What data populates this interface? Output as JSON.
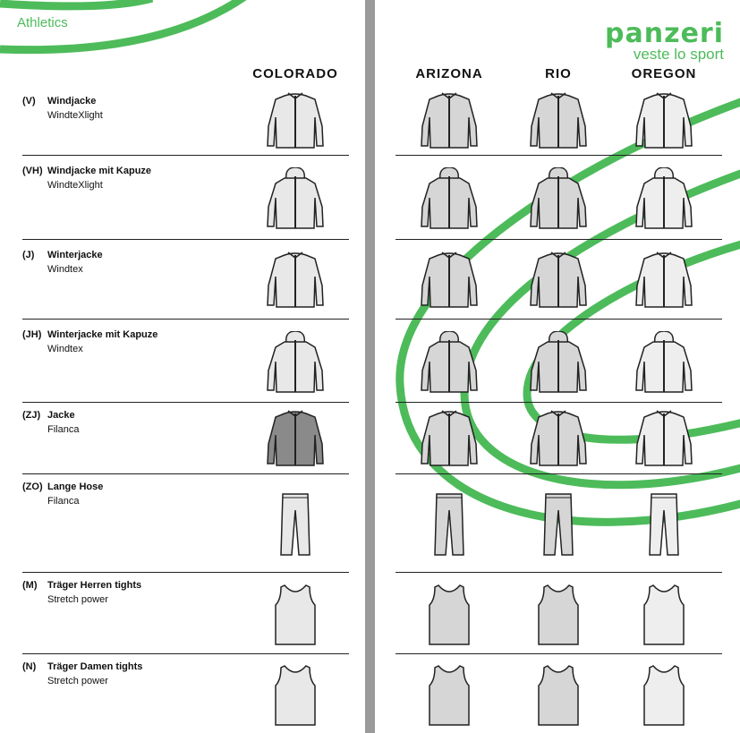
{
  "section_title": "Athletics",
  "logo": {
    "brand": "panzeri",
    "tagline": "veste lo sport"
  },
  "columns": {
    "left": [
      "COLORADO"
    ],
    "right": [
      "ARIZONA",
      "RIO",
      "OREGON"
    ]
  },
  "rows": [
    {
      "code": "(V)",
      "name": "Windjacke",
      "material": "WindteXlight",
      "type": "jacket"
    },
    {
      "code": "(VH)",
      "name": "Windjacke mit Kapuze",
      "material": "WindteXlight",
      "type": "hood"
    },
    {
      "code": "(J)",
      "name": "Winterjacke",
      "material": "Windtex",
      "type": "jacket"
    },
    {
      "code": "(JH)",
      "name": "Winterjacke mit Kapuze",
      "material": "Windtex",
      "type": "hood"
    },
    {
      "code": "(ZJ)",
      "name": "Jacke",
      "material": "Filanca",
      "type": "jacket"
    },
    {
      "code": "(ZO)",
      "name": "Lange Hose",
      "material": "Filanca",
      "type": "pants"
    },
    {
      "code": "(M)",
      "name": "Träger Herren tights",
      "material": "Stretch power",
      "type": "tank"
    },
    {
      "code": "(N)",
      "name": "Träger Damen tights",
      "material": "Stretch power",
      "type": "tank"
    }
  ],
  "colors": {
    "green": "#4dbb5a"
  }
}
